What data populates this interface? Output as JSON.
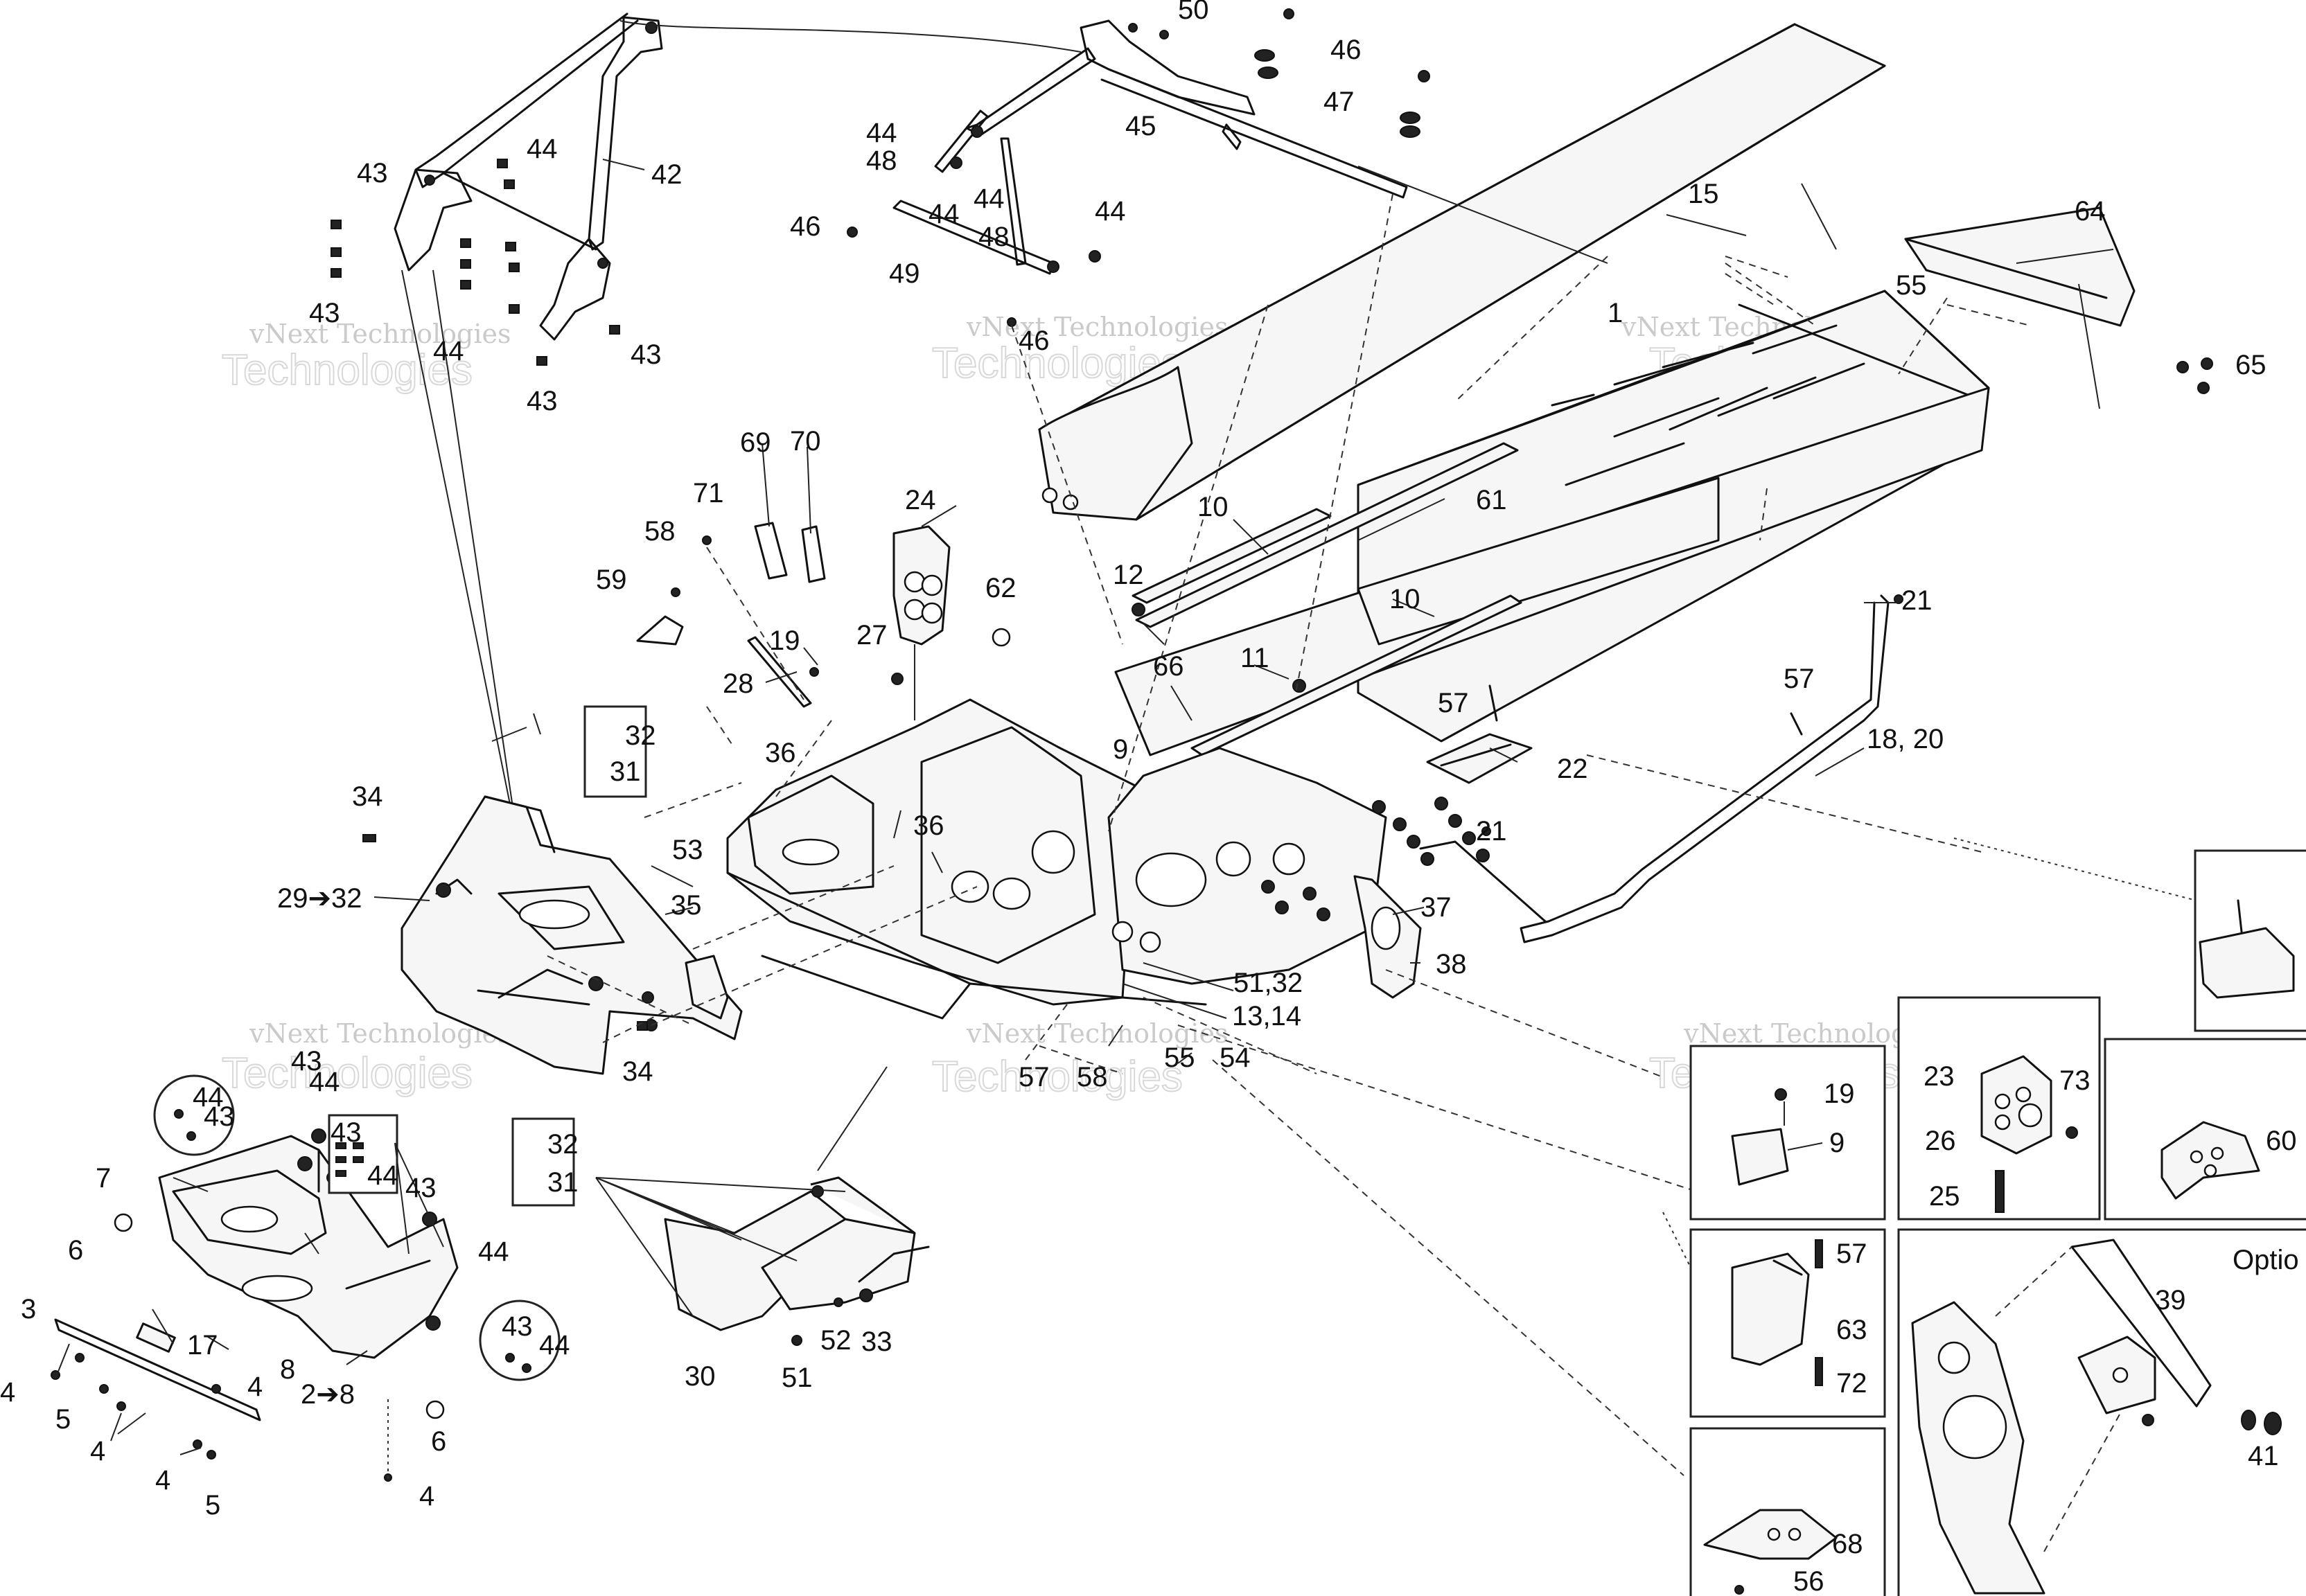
{
  "watermark": {
    "line1": "vNext Technologies",
    "line2": "vNext",
    "line3": "Technologies"
  },
  "option_label": "Optio",
  "callouts": {
    "c1": "1",
    "c2_8": "2➔8",
    "c3": "3",
    "c4": "4",
    "c5": "5",
    "c6": "6",
    "c7": "7",
    "c8": "8",
    "c9": "9",
    "c10": "10",
    "c11": "11",
    "c12": "12",
    "c13_14": "13,14",
    "c15": "15",
    "c17": "17",
    "c18_20": "18, 20",
    "c19": "19",
    "c21": "21",
    "c22": "22",
    "c23": "23",
    "c24": "24",
    "c25": "25",
    "c26": "26",
    "c27": "27",
    "c28": "28",
    "c29_32": "29➔32",
    "c30": "30",
    "c31": "31",
    "c32": "32",
    "c33": "33",
    "c34": "34",
    "c35": "35",
    "c36": "36",
    "c37": "37",
    "c38": "38",
    "c39": "39",
    "c41": "41",
    "c42": "42",
    "c43": "43",
    "c44": "44",
    "c45": "45",
    "c46": "46",
    "c47": "47",
    "c48": "48",
    "c49": "49",
    "c50": "50",
    "c51": "51",
    "c51_32": "51,32",
    "c52": "52",
    "c53": "53",
    "c54": "54",
    "c55": "55",
    "c56": "56",
    "c57": "57",
    "c58": "58",
    "c59": "59",
    "c60": "60",
    "c61": "61",
    "c62": "62",
    "c63": "63",
    "c64": "64",
    "c65": "65",
    "c66": "66",
    "c68": "68",
    "c69": "69",
    "c70": "70",
    "c71": "71",
    "c72": "72",
    "c73": "73"
  }
}
